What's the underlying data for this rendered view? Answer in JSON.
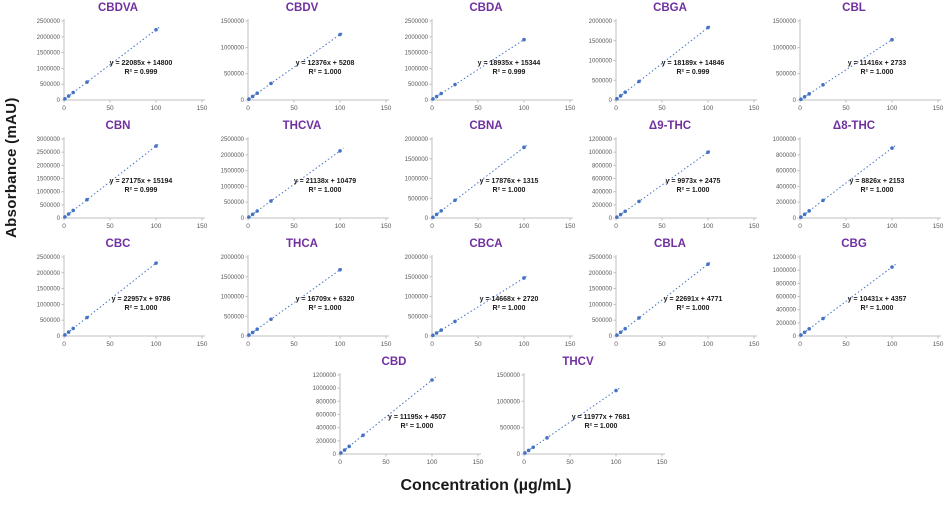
{
  "figure": {
    "ylabel": "Absorbance (mAU)",
    "xlabel": "Concentration (µg/mL)"
  },
  "style": {
    "title_color": "#7030A0",
    "point_color": "#4472C4",
    "axis_color": "#BFBFBF",
    "tick_color": "#595959",
    "equation_color": "#1a1a1a"
  },
  "chart_data": [
    {
      "row": 1,
      "slug": "cbdva",
      "type": "scatter",
      "title": "CBDVA",
      "equation": "y = 22085x + 14800",
      "r2_label": "R² = 0.999",
      "slope": 22085,
      "intercept": 14800,
      "x": [
        1,
        5,
        10,
        25,
        100
      ],
      "y": [
        36885,
        125225,
        235650,
        566925,
        2223300
      ],
      "xlim": [
        0,
        150
      ],
      "x_ticks": [
        0,
        50,
        100,
        150
      ],
      "ylim": [
        0,
        2500000
      ],
      "y_tick_step": 500000,
      "trendline": "dotted",
      "grid": false
    },
    {
      "row": 1,
      "slug": "cbdv",
      "type": "scatter",
      "title": "CBDV",
      "equation": "y = 12376x + 5208",
      "r2_label": "R² = 1.000",
      "slope": 12376,
      "intercept": 5208,
      "x": [
        1,
        5,
        10,
        25,
        100
      ],
      "y": [
        17584,
        67088,
        128968,
        314608,
        1242808
      ],
      "xlim": [
        0,
        150
      ],
      "x_ticks": [
        0,
        50,
        100,
        150
      ],
      "ylim": [
        0,
        1500000
      ],
      "y_tick_step": 500000,
      "trendline": "dotted",
      "grid": false
    },
    {
      "row": 1,
      "slug": "cbda",
      "type": "scatter",
      "title": "CBDA",
      "equation": "y = 18935x + 15344",
      "r2_label": "R² = 0.999",
      "slope": 18935,
      "intercept": 15344,
      "x": [
        1,
        5,
        10,
        25,
        100
      ],
      "y": [
        34279,
        110019,
        204694,
        488719,
        1908844
      ],
      "xlim": [
        0,
        150
      ],
      "x_ticks": [
        0,
        50,
        100,
        150
      ],
      "ylim": [
        0,
        2500000
      ],
      "y_tick_step": 500000,
      "trendline": "dotted",
      "grid": false
    },
    {
      "row": 1,
      "slug": "cbga",
      "type": "scatter",
      "title": "CBGA",
      "equation": "y = 18189x + 14846",
      "r2_label": "R² = 0.999",
      "slope": 18189,
      "intercept": 14846,
      "x": [
        1,
        5,
        10,
        25,
        100
      ],
      "y": [
        33035,
        105791,
        196736,
        469571,
        1833746
      ],
      "xlim": [
        0,
        150
      ],
      "x_ticks": [
        0,
        50,
        100,
        150
      ],
      "ylim": [
        0,
        2000000
      ],
      "y_tick_step": 500000,
      "trendline": "dotted",
      "grid": false
    },
    {
      "row": 1,
      "slug": "cbl",
      "type": "scatter",
      "title": "CBL",
      "equation": "y = 11416x + 2733",
      "r2_label": "R² = 1.000",
      "slope": 11416,
      "intercept": 2733,
      "x": [
        1,
        5,
        10,
        25,
        100
      ],
      "y": [
        14149,
        59813,
        116893,
        288133,
        1144333
      ],
      "xlim": [
        0,
        150
      ],
      "x_ticks": [
        0,
        50,
        100,
        150
      ],
      "ylim": [
        0,
        1500000
      ],
      "y_tick_step": 500000,
      "trendline": "dotted",
      "grid": false
    },
    {
      "row": 2,
      "slug": "cbn",
      "type": "scatter",
      "title": "CBN",
      "equation": "y = 27175x + 15194",
      "r2_label": "R² = 0.999",
      "slope": 27175,
      "intercept": 15194,
      "x": [
        1,
        5,
        10,
        25,
        100
      ],
      "y": [
        42369,
        151069,
        286944,
        694569,
        2732694
      ],
      "xlim": [
        0,
        150
      ],
      "x_ticks": [
        0,
        50,
        100,
        150
      ],
      "ylim": [
        0,
        3000000
      ],
      "y_tick_step": 500000,
      "trendline": "dotted",
      "grid": false
    },
    {
      "row": 2,
      "slug": "thcva",
      "type": "scatter",
      "title": "THCVA",
      "equation": "y = 21138x + 10479",
      "r2_label": "R² = 1.000",
      "slope": 21138,
      "intercept": 10479,
      "x": [
        1,
        5,
        10,
        25,
        100
      ],
      "y": [
        31617,
        116169,
        221859,
        538929,
        2124279
      ],
      "xlim": [
        0,
        150
      ],
      "x_ticks": [
        0,
        50,
        100,
        150
      ],
      "ylim": [
        0,
        2500000
      ],
      "y_tick_step": 500000,
      "trendline": "dotted",
      "grid": false
    },
    {
      "row": 2,
      "slug": "cbna",
      "type": "scatter",
      "title": "CBNA",
      "equation": "y = 17876x + 1315",
      "r2_label": "R² = 1.000",
      "slope": 17876,
      "intercept": 1315,
      "x": [
        1,
        5,
        10,
        25,
        100
      ],
      "y": [
        19191,
        90695,
        180075,
        448215,
        1788915
      ],
      "xlim": [
        0,
        150
      ],
      "x_ticks": [
        0,
        50,
        100,
        150
      ],
      "ylim": [
        0,
        2000000
      ],
      "y_tick_step": 500000,
      "trendline": "dotted",
      "grid": false
    },
    {
      "row": 2,
      "slug": "d9-thc",
      "type": "scatter",
      "title": "Δ9-THC",
      "equation": "y = 9973x + 2475",
      "r2_label": "R² = 1.000",
      "slope": 9973,
      "intercept": 2475,
      "x": [
        1,
        5,
        10,
        25,
        100
      ],
      "y": [
        12448,
        52340,
        102205,
        251800,
        999775
      ],
      "xlim": [
        0,
        150
      ],
      "x_ticks": [
        0,
        50,
        100,
        150
      ],
      "ylim": [
        0,
        1200000
      ],
      "y_tick_step": 200000,
      "trendline": "dotted",
      "grid": false
    },
    {
      "row": 2,
      "slug": "d8-thc",
      "type": "scatter",
      "title": "Δ8-THC",
      "equation": "y = 8826x + 2153",
      "r2_label": "R² = 1.000",
      "slope": 8826,
      "intercept": 2153,
      "x": [
        1,
        5,
        10,
        25,
        100
      ],
      "y": [
        10979,
        46283,
        90413,
        222803,
        884753
      ],
      "xlim": [
        0,
        150
      ],
      "x_ticks": [
        0,
        50,
        100,
        150
      ],
      "ylim": [
        0,
        1000000
      ],
      "y_tick_step": 200000,
      "trendline": "dotted",
      "grid": false
    },
    {
      "row": 3,
      "slug": "cbc",
      "type": "scatter",
      "title": "CBC",
      "equation": "y = 22957x + 9786",
      "r2_label": "R² = 1.000",
      "slope": 22957,
      "intercept": 9786,
      "x": [
        1,
        5,
        10,
        25,
        100
      ],
      "y": [
        32743,
        124571,
        239356,
        583711,
        2305486
      ],
      "xlim": [
        0,
        150
      ],
      "x_ticks": [
        0,
        50,
        100,
        150
      ],
      "ylim": [
        0,
        2500000
      ],
      "y_tick_step": 500000,
      "trendline": "dotted",
      "grid": false
    },
    {
      "row": 3,
      "slug": "thca",
      "type": "scatter",
      "title": "THCA",
      "equation": "y = 16709x + 6320",
      "r2_label": "R² = 1.000",
      "slope": 16709,
      "intercept": 6320,
      "x": [
        1,
        5,
        10,
        25,
        100
      ],
      "y": [
        23029,
        89865,
        173410,
        424045,
        1677220
      ],
      "xlim": [
        0,
        150
      ],
      "x_ticks": [
        0,
        50,
        100,
        150
      ],
      "ylim": [
        0,
        2000000
      ],
      "y_tick_step": 500000,
      "trendline": "dotted",
      "grid": false
    },
    {
      "row": 3,
      "slug": "cbca",
      "type": "scatter",
      "title": "CBCA",
      "equation": "y = 14668x + 2720",
      "r2_label": "R² = 1.000",
      "slope": 14668,
      "intercept": 2720,
      "x": [
        1,
        5,
        10,
        25,
        100
      ],
      "y": [
        17388,
        76060,
        149400,
        369420,
        1469520
      ],
      "xlim": [
        0,
        150
      ],
      "x_ticks": [
        0,
        50,
        100,
        150
      ],
      "ylim": [
        0,
        2000000
      ],
      "y_tick_step": 500000,
      "trendline": "dotted",
      "grid": false
    },
    {
      "row": 3,
      "slug": "cbla",
      "type": "scatter",
      "title": "CBLA",
      "equation": "y = 22691x + 4771",
      "r2_label": "R² = 1.000",
      "slope": 22691,
      "intercept": 4771,
      "x": [
        1,
        5,
        10,
        25,
        100
      ],
      "y": [
        27462,
        118226,
        231681,
        572046,
        2273871
      ],
      "xlim": [
        0,
        150
      ],
      "x_ticks": [
        0,
        50,
        100,
        150
      ],
      "ylim": [
        0,
        2500000
      ],
      "y_tick_step": 500000,
      "trendline": "dotted",
      "grid": false
    },
    {
      "row": 3,
      "slug": "cbg",
      "type": "scatter",
      "title": "CBG",
      "equation": "y = 10431x + 4357",
      "r2_label": "R² = 1.000",
      "slope": 10431,
      "intercept": 4357,
      "x": [
        1,
        5,
        10,
        25,
        100
      ],
      "y": [
        14788,
        56512,
        108667,
        265132,
        1047457
      ],
      "xlim": [
        0,
        150
      ],
      "x_ticks": [
        0,
        50,
        100,
        150
      ],
      "ylim": [
        0,
        1200000
      ],
      "y_tick_step": 200000,
      "trendline": "dotted",
      "grid": false
    },
    {
      "row": 4,
      "slug": "cbd",
      "type": "scatter",
      "title": "CBD",
      "equation": "y = 11195x + 4507",
      "r2_label": "R² = 1.000",
      "slope": 11195,
      "intercept": 4507,
      "x": [
        1,
        5,
        10,
        25,
        100
      ],
      "y": [
        15702,
        60482,
        116457,
        284382,
        1124007
      ],
      "xlim": [
        0,
        150
      ],
      "x_ticks": [
        0,
        50,
        100,
        150
      ],
      "ylim": [
        0,
        1200000
      ],
      "y_tick_step": 200000,
      "trendline": "dotted",
      "grid": false
    },
    {
      "row": 4,
      "slug": "thcv",
      "type": "scatter",
      "title": "THCV",
      "equation": "y = 11977x + 7681",
      "r2_label": "R² = 1.000",
      "slope": 11977,
      "intercept": 7681,
      "x": [
        1,
        5,
        10,
        25,
        100
      ],
      "y": [
        19658,
        67566,
        127451,
        307106,
        1205381
      ],
      "xlim": [
        0,
        150
      ],
      "x_ticks": [
        0,
        50,
        100,
        150
      ],
      "ylim": [
        0,
        1500000
      ],
      "y_tick_step": 500000,
      "trendline": "dotted",
      "grid": false
    }
  ]
}
